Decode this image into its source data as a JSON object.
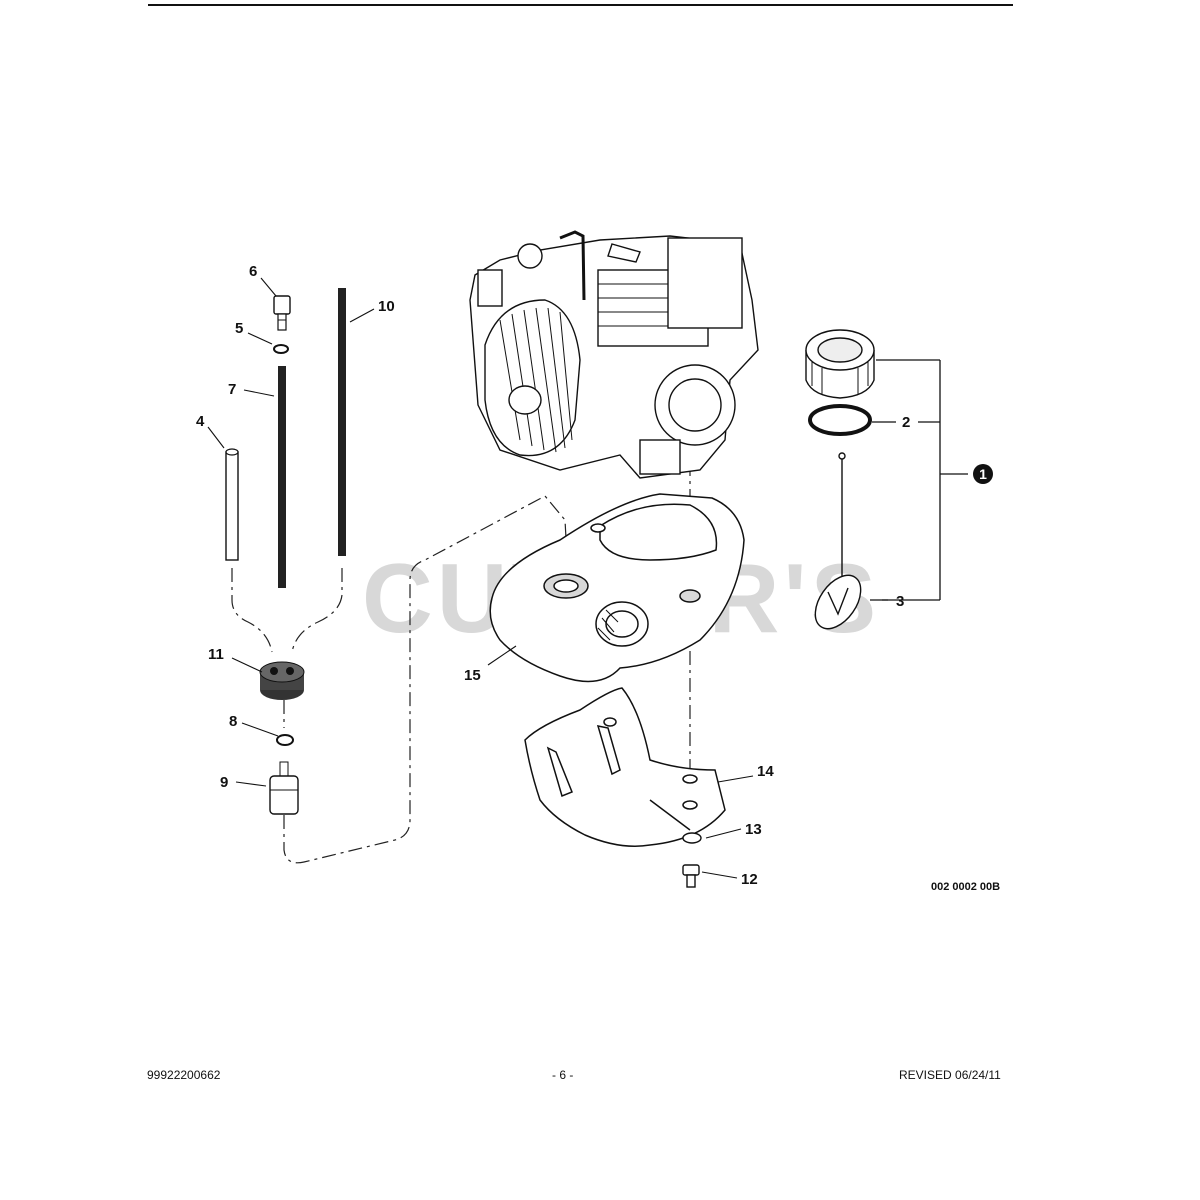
{
  "watermark": "CUTLER'S",
  "figure_code": "002 0002 00B",
  "callouts": {
    "c1": "1",
    "c2": "2",
    "c3": "3",
    "c4": "4",
    "c5": "5",
    "c6": "6",
    "c7": "7",
    "c8": "8",
    "c9": "9",
    "c10": "10",
    "c11": "11",
    "c12": "12",
    "c13": "13",
    "c14": "14",
    "c15": "15"
  },
  "footer": {
    "part_number": "99922200662",
    "page": "- 6 -",
    "revised": "REVISED 06/24/11"
  }
}
